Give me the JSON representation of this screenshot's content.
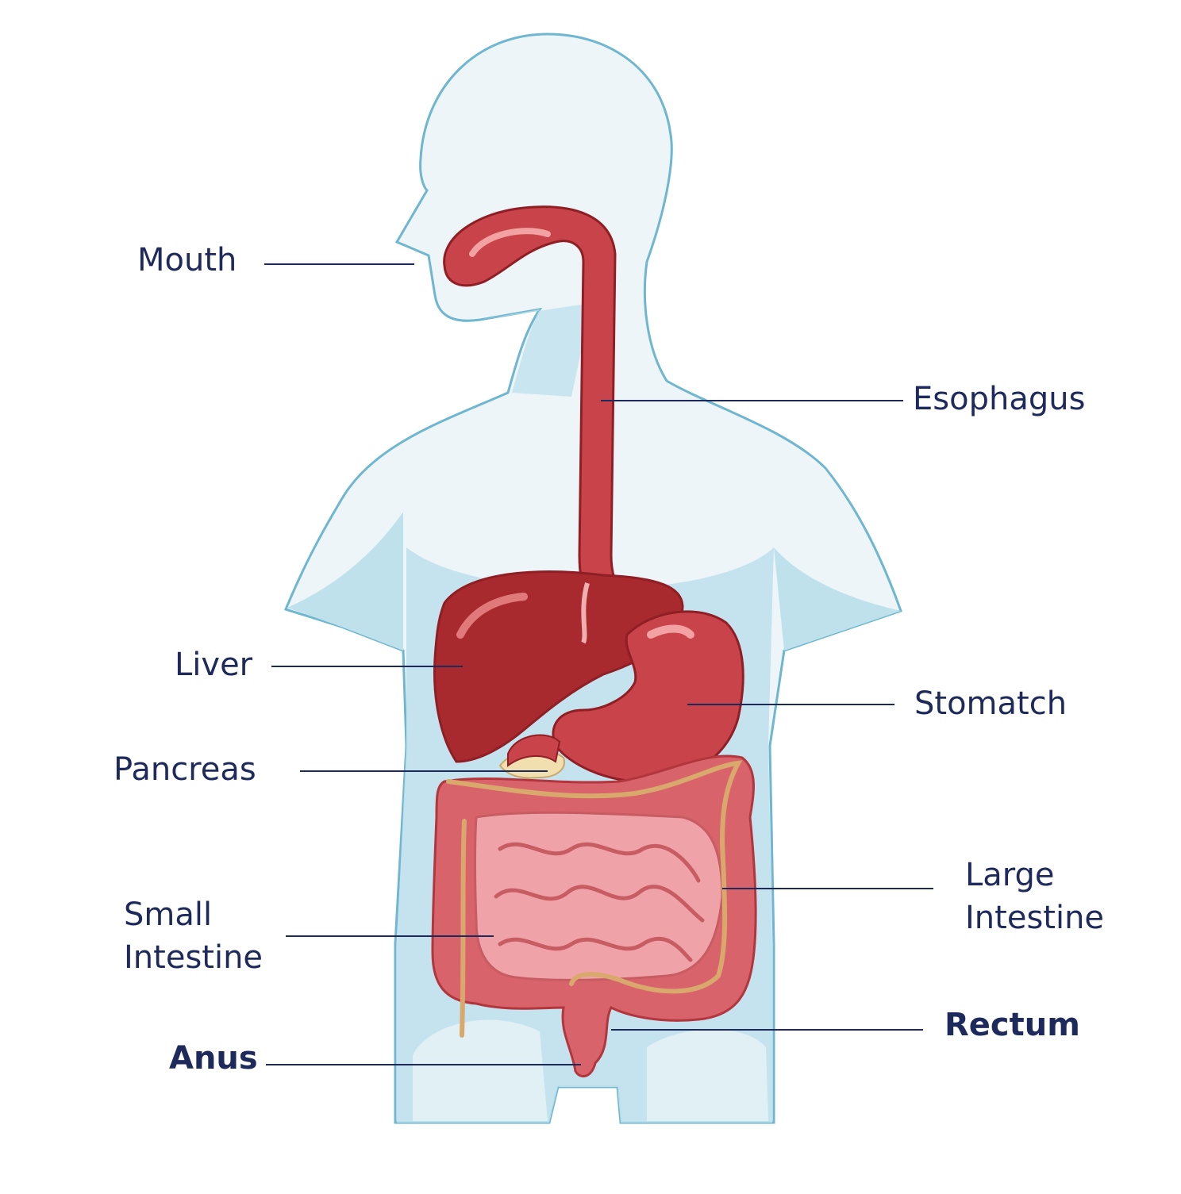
{
  "labels": {
    "mouth": "Mouth",
    "esophagus": "Esophagus",
    "liver": "Liver",
    "stomach": "Stomatch",
    "pancreas": "Pancreas",
    "large_intestine_1": "Large",
    "large_intestine_2": "Intestine",
    "small_intestine_1": "Small",
    "small_intestine_2": "Intestine",
    "rectum": "Rectum",
    "anus": "Anus"
  },
  "colors": {
    "label_text": "#1f2a5c",
    "leader_line": "#1f2a5c",
    "body_fill": "#eef5f8",
    "body_outline": "#6fb6d0",
    "body_shade": "#bfe1ec",
    "organ_red": "#c8444a",
    "organ_dark": "#8f1f24",
    "liver_red": "#a82a2e",
    "intestine_pink": "#d9636a",
    "intestine_light": "#efa3a8",
    "colon_tan": "#d9a86c",
    "pancreas_cream": "#f1dfb0"
  }
}
